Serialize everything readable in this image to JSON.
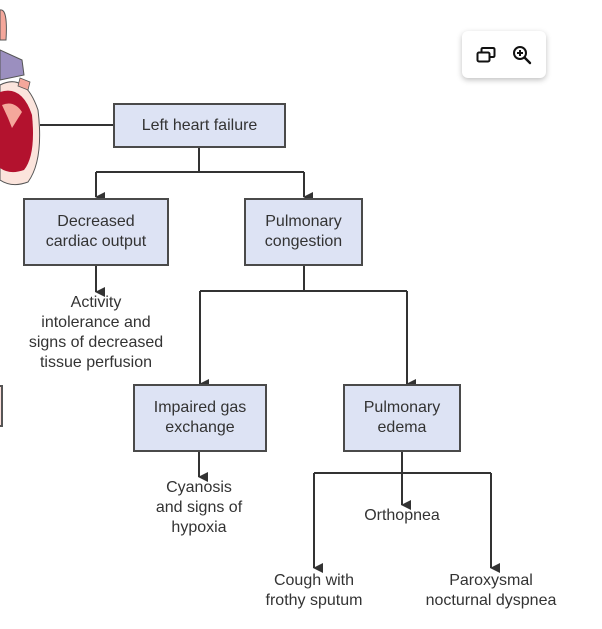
{
  "toolbar": {
    "buttons": [
      {
        "icon": "copy-windows-icon",
        "label": "Open in new window"
      },
      {
        "icon": "zoom-in-icon",
        "label": "Zoom in"
      }
    ]
  },
  "diagram": {
    "nodes": {
      "left_heart_failure": "Left heart failure",
      "decreased_cardiac_output": "Decreased\ncardiac output",
      "pulmonary_congestion": "Pulmonary\ncongestion",
      "impaired_gas_exchange": "Impaired gas\nexchange",
      "pulmonary_edema": "Pulmonary\nedema"
    },
    "outcomes": {
      "activity_intolerance": "Activity\nintolerance and\nsigns of decreased\ntissue perfusion",
      "cyanosis": "Cyanosis\nand signs of\nhypoxia",
      "orthopnea": "Orthopnea",
      "cough": "Cough with\nfrothy sputum",
      "pnd": "Paroxysmal\nnocturnal dyspnea"
    },
    "colors": {
      "box_fill": "#dde3f4",
      "line": "#333333",
      "heart_red": "#b3122e",
      "heart_pink": "#f4a79b",
      "heart_purple": "#9b8fbf"
    }
  }
}
